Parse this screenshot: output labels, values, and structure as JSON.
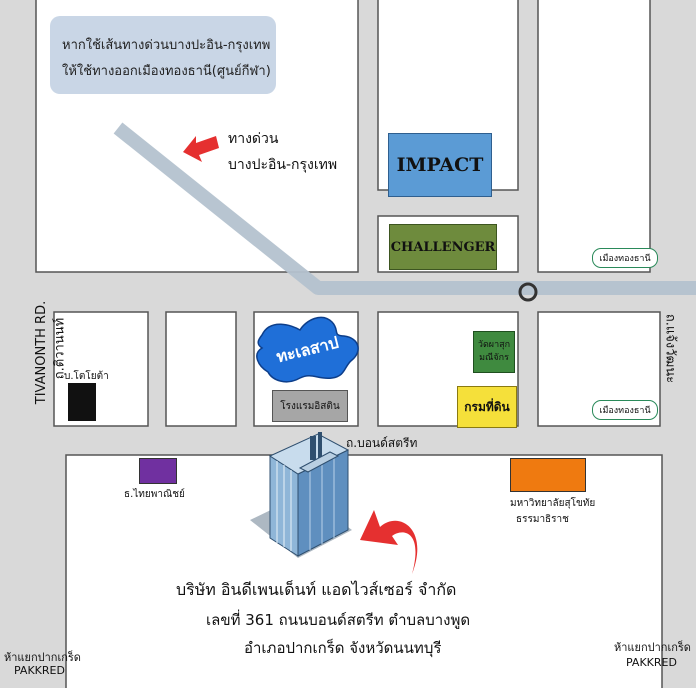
{
  "note": {
    "line1": "หากใช้เส้นทางด่วนบางปะอิน-กรุงเทพ",
    "line2": "ให้ใช้ทางออกเมืองทองธานี(ศูนย์กีฬา)"
  },
  "expressway": {
    "line1": "ทางด่วน",
    "line2": "บางปะอิน-กรุงเทพ"
  },
  "roads": {
    "tivanon_en": "TIVANONTH RD.",
    "tivanon_th": "ถ.ติวานนท์",
    "chaengwattana_th": "ถ.แจ้งวัฒนะ",
    "bond_street": "ถ.บอนด์สตรีท"
  },
  "places": {
    "impact": "IMPACT",
    "challenger": "CHALLENGER",
    "muangthong_top": "เมืองทองธานี",
    "muangthong_right": "เมืองทองธานี",
    "lake": "ทะเลสาป",
    "hotel": "โรงแรมอิสติน",
    "toyota": "บ.โตโยต้า",
    "temple_line1": "วัดผาสุก",
    "temple_line2": "มณีจักร",
    "land_dept": "กรมที่ดิน",
    "thai_bank": "ธ.ไทยพาณิชย์",
    "university_line1": "มหาวิทยาลัยสุโขทัย",
    "university_line2": "ธรรมาธิราช"
  },
  "company": {
    "name": "บริษัท อินดีเพนเด็นท์ แอดไวส์เซอร์ จำกัด",
    "address1": "เลขที่ 361 ถนนบอนด์สตรีท ตำบลบางพูด",
    "address2": "อำเภอปากเกร็ด จังหวัดนนทบุรี"
  },
  "directions": {
    "left_th": "ห้าแยกปากเกร็ด",
    "left_en": "PAKKRED",
    "right_th": "ห้าแยกปากเกร็ด",
    "right_en": "PAKKRED"
  },
  "colors": {
    "impact": "#5b9bd5",
    "challenger": "#6e8b3d",
    "lake": "#1f6fd8",
    "hotel": "#a6a6a6",
    "toyota": "#111111",
    "temple": "#3f8a3f",
    "land_dept": "#f5e03a",
    "thai_bank": "#7030a0",
    "university": "#ef7a10",
    "arrow": "#e53030",
    "expressway": "#b4c2cf",
    "road_border": "#555555"
  },
  "icons": {
    "arrow_expressway": "red-left-arrow-icon",
    "arrow_company": "red-curved-arrow-icon",
    "building": "office-tower-icon",
    "intersection": "circle-marker-icon"
  }
}
